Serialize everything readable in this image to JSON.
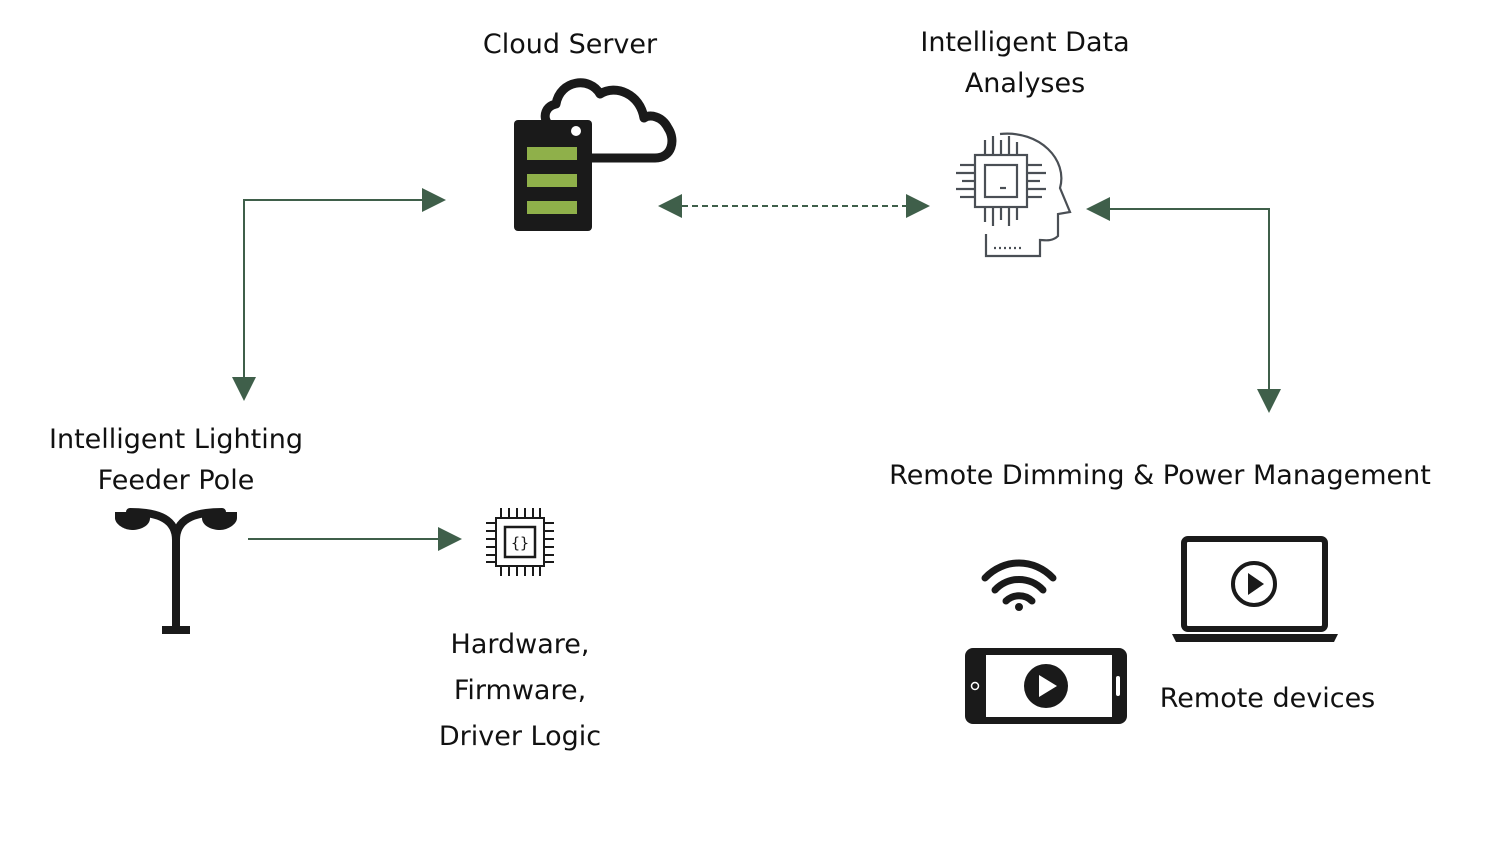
{
  "nodes": {
    "cloud_server": {
      "label": "Cloud Server",
      "icon": "cloud-server-icon"
    },
    "data_analyses": {
      "lines": [
        "Intelligent Data",
        "Analyses"
      ],
      "icon": "ai-brain-chip-icon"
    },
    "feeder_pole": {
      "lines": [
        "Intelligent Lighting",
        "Feeder Pole"
      ],
      "icon": "street-light-pole-icon"
    },
    "hardware": {
      "lines": [
        "Hardware,",
        "Firmware,",
        "Driver Logic"
      ],
      "icon": "microchip-icon"
    },
    "remote_mgmt": {
      "label": "Remote Dimming & Power Management"
    },
    "remote_devices": {
      "label": "Remote devices",
      "icons": [
        "wifi-icon",
        "smartphone-play-icon",
        "laptop-play-icon"
      ]
    }
  },
  "colors": {
    "arrow": "#3f5f4a",
    "server_bar": "#8fb04a",
    "icon_dark": "#1a1a1a",
    "icon_gray": "#4a4f55"
  }
}
